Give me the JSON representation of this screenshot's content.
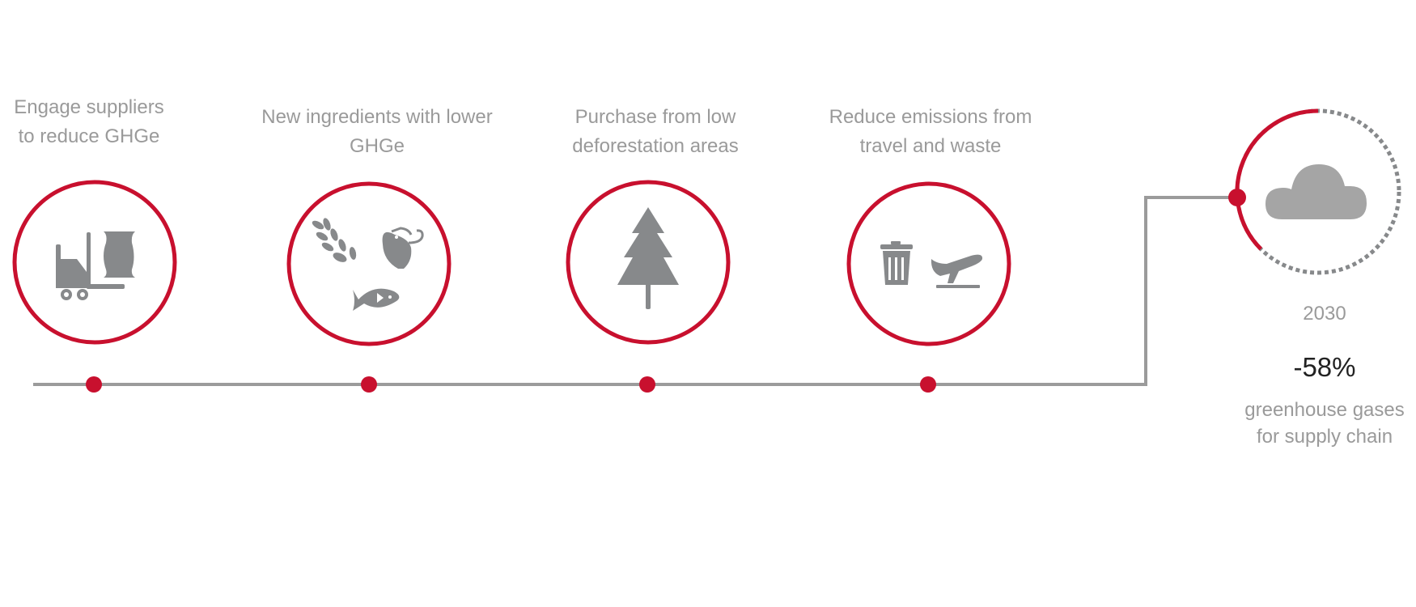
{
  "colors": {
    "accent": "#C8102E",
    "icon": "#87898b",
    "line": "#9b9b9b",
    "text": "#9a9a9a",
    "value": "#222222"
  },
  "steps": [
    {
      "line1": "Engage suppliers",
      "line2": "to reduce GHGe",
      "icon": "forklift-sack-icon"
    },
    {
      "line1": "New ingredients with lower",
      "line2": "GHGe",
      "icon": "grain-shrimp-fish-icon"
    },
    {
      "line1": "Purchase from low",
      "line2": "deforestation areas",
      "icon": "tree-icon"
    },
    {
      "line1": "Reduce emissions from",
      "line2": "travel and waste",
      "icon": "trash-airplane-icon"
    }
  ],
  "goal": {
    "icon": "cloud-icon",
    "year": "2030",
    "value": "-58%",
    "desc1": "greenhouse gases",
    "desc2": "for supply chain"
  }
}
